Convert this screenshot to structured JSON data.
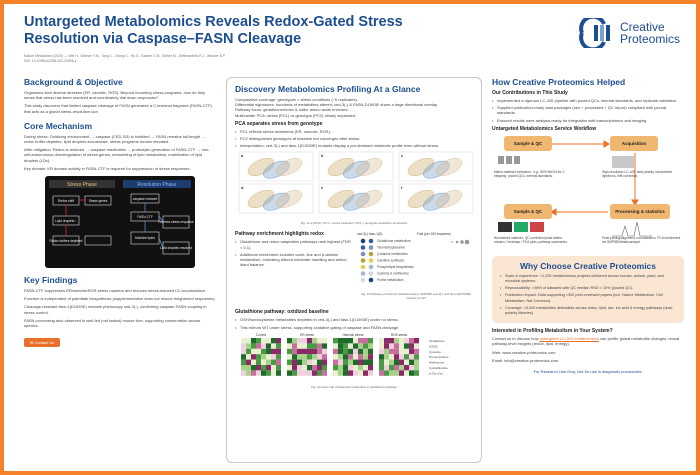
{
  "title": "Untargeted Metabolomics Reveals Redox-Gated Stress Resolution via Caspase–FASN Cleavage",
  "authors": "Nature Metabolism (2024) — Wei H., Weaver Y.M., Tang C., Zhang C., Hu G., Kamen C.M., Sieber M., DeBerardinis R.J., Weaver B.P.",
  "doi": "DOI: 10.1038/s42255-023-00956-y",
  "logo": {
    "line1": "Creative",
    "line2": "Proteomics"
  },
  "col1": {
    "bg_title": "Background & Objective",
    "bg_p1": "Organisms face diverse stresses (ER, osmotic, ROS). Beyond mounting stress programs, how do they sense that stress has been resolved and coordinately dial down responses?",
    "bg_p2": "This study discovers that limited caspase cleavage of FASN generates a C-terminal fragment (FASN-CTF) that acts as a global stress-resolution cue.",
    "mech_title": "Core Mechanism",
    "mech_p1": "During stress: Oxidizing environment → caspase (CED-3/3) is inhibited → FASN remains full-length → redox buffer depletes, lipid droplets accumulate, stress programs remain elevated.",
    "mech_p2": "After mitigation: Redox is restored → caspase reactivates → proteolytic generation of FASN-CTF → non-cell-autonomous downregulation of stress genes, remodeling of lipid metabolism, mobilization of lipid droplets (LDs).",
    "mech_p3": "Key domain: KR domain activity in FASN-CTF is required for suppression of stress responses.",
    "diagram": {
      "phase1": "Stress Phase",
      "phase2": "Resolution Phase",
      "l1": "Redox shift",
      "l2": "Stress genes",
      "l3": "Lipid droplets ↑",
      "l4": "Redox buffers depleted",
      "r1": "caspase restored",
      "r2": "FASN-CTF",
      "r3": "Repress stress response",
      "r4": "Mobilize lipids",
      "r5": "Lipid droplets resolved"
    },
    "findings_title": "Key Findings",
    "f1": "FASN-CTF suppresses ER/osmotic/ROS stress markers and reduces stress-induced LD accumulation.",
    "f2": "Function is independent of palmitate biosynthesis (supplementation does not rescue heightened responses).",
    "f3": "Cleavage-resistant fasn-1(D1593E) mutants phenocopy ced-3(-), confirming caspase-FASN coupling in stress control.",
    "f4": "FASN processing also observed in well-fed (not fasted) mouse liver, supporting conservation across species.",
    "contact": "Contact Us"
  },
  "col2": {
    "title": "Discovery Metabolomics Profiling At a Glance",
    "p1": "Comparative coverage: genotypes × stress conditions (~6 replicates).",
    "p2": "Differential signatures: hundreds of metabolites altered; ced-3(-) & FASN-D1593E share a large directional overlap.",
    "p3": "Pathway focus: glutathione/redox & sulfur amino acids enriched.",
    "p4": "Multivariate PCA: stress (PC1) vs genotype (PC2) clearly separated.",
    "pca_title": "PCA separates stress from genotype",
    "pca_b1": "PC1 reflects stress treatments (ER, osmotic, ROS).",
    "pca_b2": "PC2 distinguishes genotypes at baseline but converges after stress.",
    "pca_b3": "Interpretation: ced-3(-) and fasn-1(D1593E) mutants display a pre-stressed metabolic profile even without stress.",
    "pca_panels": [
      "a",
      "b",
      "c",
      "d",
      "e",
      "f"
    ],
    "pca_cap": "Fig. 4c-e (PCA): PC1 = stress treatment; PC2 = genotype separation at baseline",
    "path_title": "Pathway enrichment highlights redox",
    "path_b1": "Glutathione and redox adaptation pathways rank highest (FDR < 0.1).",
    "path_b2": "Additional enrichment includes carni- tine and β-alanine metabolism, indicating altered substrate handling and antiox- idant balance.",
    "path_legend1": "ced-3(-) fasn-1(D)",
    "path_legend2": "Fold (per 100 enzymes)",
    "path_rows": [
      "Glutathione metabolism",
      "Taurine/hypotaurine",
      "β-Alanine metabolism",
      "Carnitine synthesis",
      "Phospholipid biosynthesis",
      "Cysteine & methionine",
      "Purine metabolism"
    ],
    "path_cap": "Fig. 4f Pathway enrichment (Metaboanalyst, SMPDB) ced-3(-) and fasn-1(D1593E) mutants vs WT",
    "glu_title": "Glutathione pathway: oxidized baseline",
    "glu_b1": "GSH/homocysteine metabolites depleted in ced-3(-) and fasn-1(D1593E) under no stress.",
    "glu_b2": "This mirrors WT under stress, supporting oxidative gating of caspase and FASN cleavage.",
    "heat_groups": [
      "Control",
      "ER stress",
      "Osmotic stress",
      "ROS stress"
    ],
    "heat_rows": [
      "Glutathione",
      "GSSG",
      "Cysteine",
      "Homocysteine",
      "Methionine",
      "Cystathionine",
      "γ-Glu-Cys"
    ],
    "heat_cap": "Fig. 4g Heat map of detected metabolites in glutathione pathway"
  },
  "col3": {
    "title": "How Creative Proteomics Helped",
    "contrib_title": "Our Contributions in This Study",
    "c1": "Implemented a rigorous LC–MS pipeline with pooled QCs, internal standards, and replicate validation.",
    "c2": "Supplied publication-ready data packages (raw + processed + QC report) compliant with journal standards.",
    "c3": "Ensured results were analysis-ready for integration with transcriptomics and imaging.",
    "wf_title": "Untargeted Metabolomics Service Workflow",
    "wf1": "Sample & QC",
    "wf2": "Acquisition",
    "wf3": "Processing & statistics",
    "wf4": "Sample & QC",
    "wf_cap1": "Matrix-matched extraction : e.g., 80% MeOH for C. elegans); pooled QCs, internal standards.",
    "wf_cap2": "High-resolution LC–MS, dual polarity, randomized injections, drift correction.",
    "wf_cap3": "Normalized matrices, QC-controlled peak tables; volcano / heatmap / PCA plots; pathway summaries.",
    "wf_cap4": "Peak picking/alignment, normalization, PCA enrichment via SMPDB/Metaboanalyst.",
    "why_title": "Why Choose Creative Proteomics",
    "w1": "Scale & experience: >1,200 metabolomics projects delivered across human, animal, plant, and microbial systems.",
    "w2": "Reproducibility: >98% of datasets with QC median RSD < 15% (pooled QC).",
    "w3": "Publication impact: Data supporting >300 peer-reviewed papers (incl. Nature Metabolism, Cell Metabolism, Nat Commun).",
    "w4": "Coverage: >3,000 metabolites detectable across redox, lipid, am- ino acid & energy pathways (dual-polarity libraries).",
    "int_title": "Interested in Profiling Metabolism in Your System?",
    "int_p1a": "Contact us to discuss how ",
    "int_link": "untargeted LC–MS metabolomics",
    "int_p1b": " can profile global metabolite changes, reveal pathway-level insights (redox, lipid, energy).",
    "web": "Web: www.creative-proteomics.com",
    "email": "Email: info@creative-proteomics.com",
    "footer": "For Research Use Only. Not for use in diagnostic procedures."
  },
  "colors": {
    "border": "#f5822a",
    "navy": "#1d4e8f",
    "accent": "#e8702a",
    "box": "#f0b770",
    "why_bg": "#fbe6d3"
  }
}
